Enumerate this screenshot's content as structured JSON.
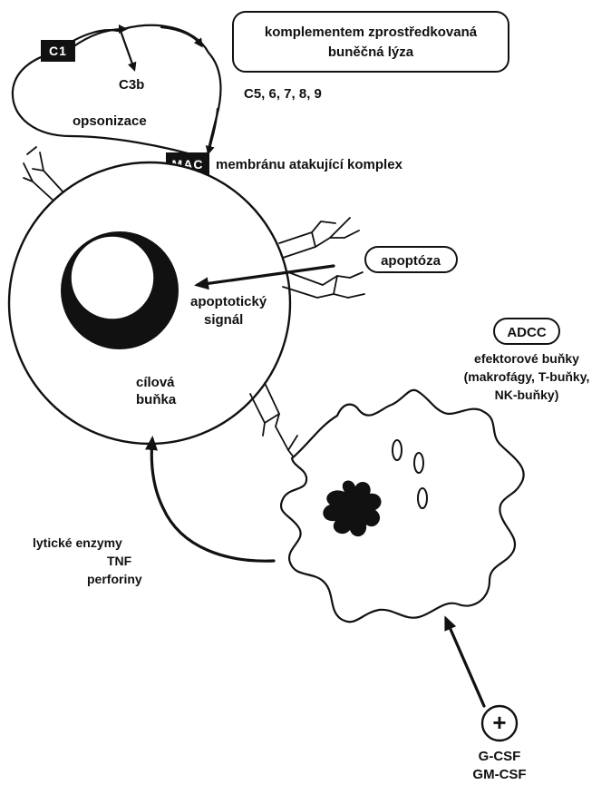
{
  "complement": {
    "c1_label": "C1",
    "c3b_label": "C3b",
    "opsonization_label": "opsonizace",
    "lysis_label_line1": "komplementem zprostředkovaná",
    "lysis_label_line2": "buněčná lýza",
    "c5_9_label": "C5, 6, 7, 8, 9",
    "mac_label": "MAC",
    "mac_description": "membránu atakující komplex"
  },
  "target_cell": {
    "label_line1": "cílová",
    "label_line2": "buňka"
  },
  "apoptosis": {
    "badge_label": "apoptóza",
    "signal_line1": "apoptotický",
    "signal_line2": "signál"
  },
  "adcc": {
    "badge_label": "ADCC",
    "effector_line1": "efektorové buňky",
    "effector_line2": "(makrofágy, T-buňky,",
    "effector_line3": "NK-buňky)"
  },
  "lytic": {
    "line1": "lytické enzymy",
    "line2": "TNF",
    "line3": "perforiny"
  },
  "stimulation": {
    "plus_symbol": "+",
    "line1": "G-CSF",
    "line2": "GM-CSF"
  }
}
